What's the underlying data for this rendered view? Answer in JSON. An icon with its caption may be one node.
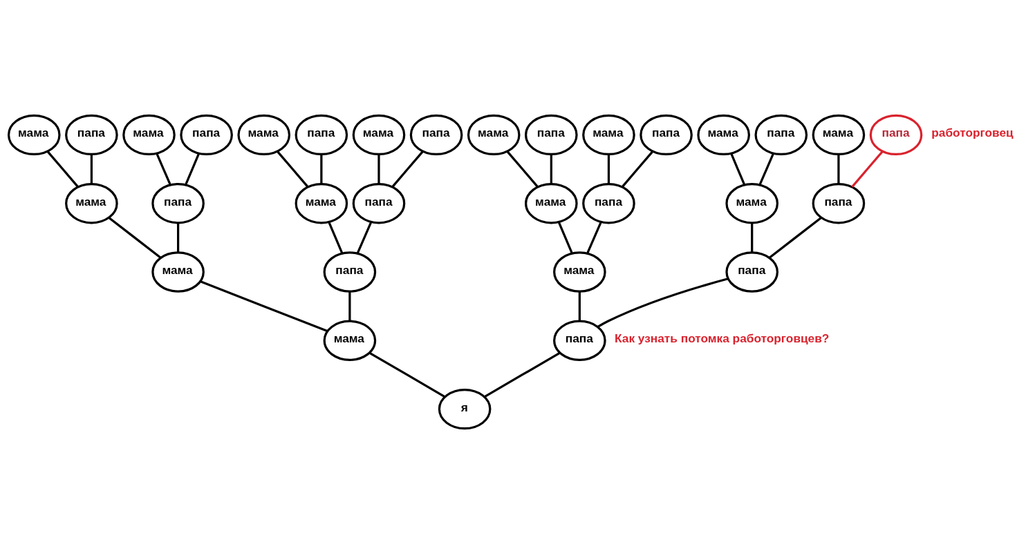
{
  "diagram": {
    "nodes": [
      {
        "text": [
          "мама"
        ]
      },
      {
        "text": [
          "папа"
        ]
      },
      {
        "text": [
          "мама"
        ]
      },
      {
        "text": [
          "папа"
        ]
      },
      {
        "text": [
          "мама"
        ]
      },
      {
        "text": [
          "папа"
        ]
      },
      {
        "text": [
          "мама"
        ]
      },
      {
        "text": [
          "папа"
        ]
      },
      {
        "text": [
          "мама"
        ]
      },
      {
        "text": [
          "папа"
        ]
      },
      {
        "text": [
          "мама"
        ]
      },
      {
        "text": [
          "папа"
        ]
      },
      {
        "text": [
          "мама"
        ]
      },
      {
        "text": [
          "папа"
        ]
      },
      {
        "text": [
          "мама"
        ]
      },
      {
        "text": [
          "папа"
        ],
        "beside": [
          "работорговец"
        ]
      },
      {
        "text": [
          "мама"
        ]
      },
      {
        "text": [
          "папа"
        ]
      },
      {
        "text": [
          "мама"
        ]
      },
      {
        "text": [
          "папа"
        ]
      },
      {
        "text": [
          "мама"
        ]
      },
      {
        "text": [
          "папа"
        ]
      },
      {
        "text": [
          "мама"
        ]
      },
      {
        "text": [
          "папа"
        ]
      },
      {
        "text": [
          "мама"
        ]
      },
      {
        "text": [
          "папа"
        ]
      },
      {
        "text": [
          "мама"
        ]
      },
      {
        "text": [
          "папа"
        ]
      },
      {
        "text": [
          "мама"
        ]
      },
      {
        "text": [
          "папа"
        ]
      },
      {
        "text": [
          "я"
        ]
      }
    ],
    "edges": [
      {
        "from": 30,
        "to": 28,
        "arrow": "none"
      },
      {
        "from": 30,
        "to": 29,
        "arrow": "none"
      },
      {
        "from": 28,
        "to": 24,
        "arrow": "none"
      },
      {
        "from": 28,
        "to": 25,
        "arrow": "none"
      },
      {
        "from": 29,
        "to": 26,
        "arrow": "none"
      },
      {
        "from": 29,
        "to": 27,
        "arrow": "none"
      },
      {
        "from": 24,
        "to": 16,
        "arrow": "none"
      },
      {
        "from": 24,
        "to": 17,
        "arrow": "none"
      },
      {
        "from": 25,
        "to": 18,
        "arrow": "none"
      },
      {
        "from": 25,
        "to": 19,
        "arrow": "none"
      },
      {
        "from": 26,
        "to": 20,
        "arrow": "none"
      },
      {
        "from": 26,
        "to": 21,
        "arrow": "none"
      },
      {
        "from": 27,
        "to": 22,
        "arrow": "none"
      },
      {
        "from": 27,
        "to": 23,
        "arrow": "none"
      },
      {
        "from": 16,
        "to": 0,
        "arrow": "none"
      },
      {
        "from": 16,
        "to": 1,
        "arrow": "none"
      },
      {
        "from": 17,
        "to": 2,
        "arrow": "none"
      },
      {
        "from": 17,
        "to": 3,
        "arrow": "none"
      },
      {
        "from": 18,
        "to": 4,
        "arrow": "none"
      },
      {
        "from": 18,
        "to": 5,
        "arrow": "none"
      },
      {
        "from": 19,
        "to": 6,
        "arrow": "none"
      },
      {
        "from": 19,
        "to": 7,
        "arrow": "none"
      },
      {
        "from": 20,
        "to": 8,
        "arrow": "none"
      },
      {
        "from": 20,
        "to": 9,
        "arrow": "none"
      },
      {
        "from": 21,
        "to": 10,
        "arrow": "none"
      },
      {
        "from": 21,
        "to": 11,
        "arrow": "none"
      },
      {
        "from": 22,
        "to": 12,
        "arrow": "none"
      },
      {
        "from": 22,
        "to": 13,
        "arrow": "none"
      },
      {
        "from": 23,
        "to": 14,
        "arrow": "none"
      },
      {
        "from": 23,
        "to": 15,
        "arrow": "none",
        "color": "#d9232e"
      }
    ],
    "labels": [
      "Как узнать потомка работорговцев?"
    ]
  }
}
